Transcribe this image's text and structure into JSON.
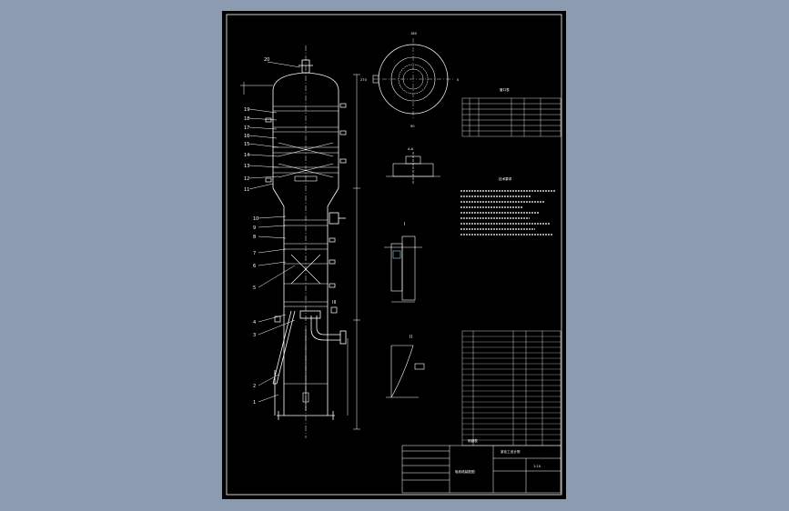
{
  "callouts": [
    "20",
    "19",
    "18",
    "17",
    "16",
    "15",
    "14",
    "13",
    "12",
    "11",
    "10",
    "9",
    "8",
    "7",
    "6",
    "5",
    "4",
    "3",
    "2",
    "1"
  ],
  "top_view_labels": {
    "top": "180",
    "right": "0",
    "bottom": "90",
    "left": "270"
  },
  "section_labels": {
    "s1": "I",
    "s2": "II",
    "s3": "III"
  },
  "notes_title": "技术要求",
  "parts_list_title": "明细表",
  "title_block": {
    "drawing_name": "吸收塔装配图",
    "company": "某化工设计院",
    "scale": "1:10"
  },
  "colors": {
    "background": "#8c9bb0",
    "sheet": "#000000",
    "line": "#ffffff",
    "accent": "#7fd7ff"
  }
}
